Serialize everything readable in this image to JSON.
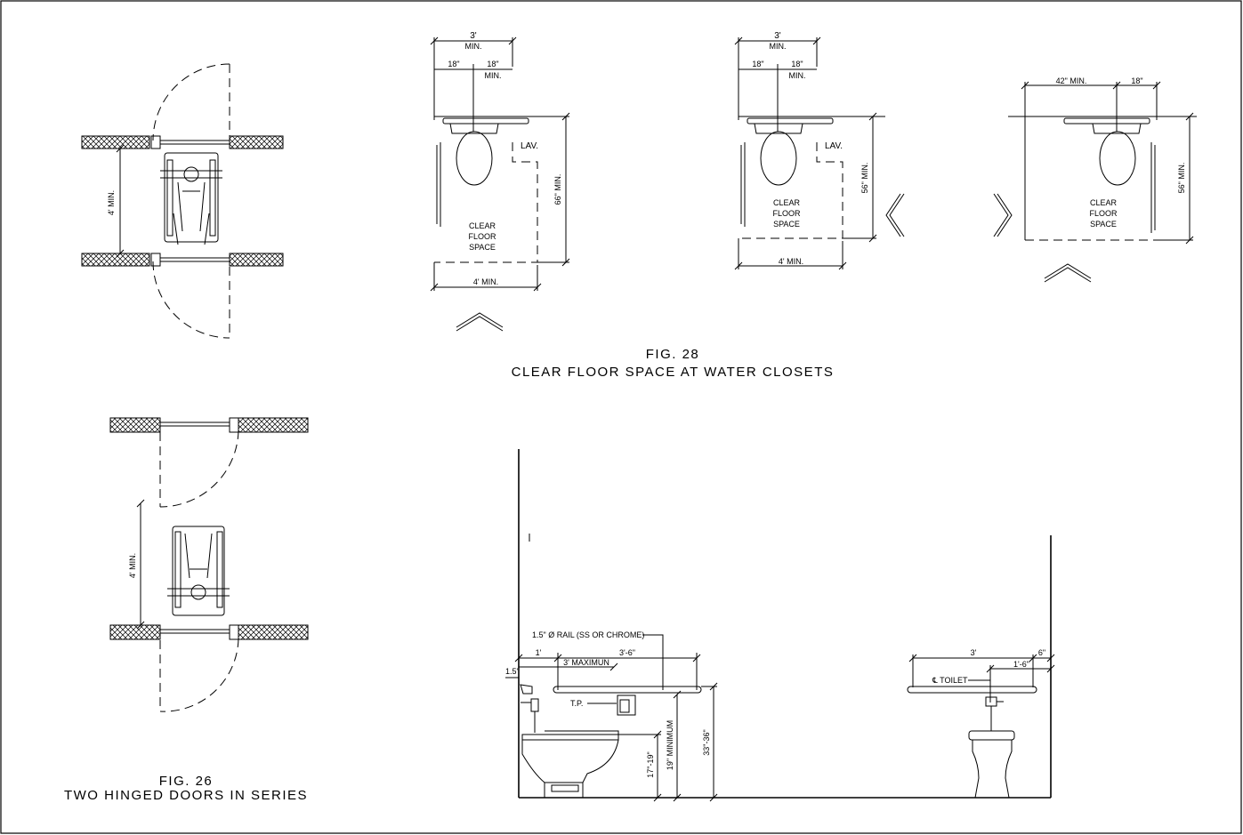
{
  "fig26": {
    "number": "FIG. 26",
    "caption": "TWO HINGED DOORS IN SERIES",
    "dim_top": "4' MIN.",
    "dim_bottom": "4' MIN."
  },
  "fig28": {
    "number": "FIG. 28",
    "caption": "CLEAR FLOOR SPACE AT WATER CLOSETS",
    "plan_a": {
      "width_top": "3'",
      "width_top_min": "MIN.",
      "left_half": "18\"",
      "right_half": "18\"",
      "right_half_min": "MIN.",
      "lav": "LAV.",
      "depth": "66\" MIN.",
      "width_bottom": "4'  MIN.",
      "clear_floor_space": [
        "CLEAR",
        "FLOOR",
        "SPACE"
      ]
    },
    "plan_b": {
      "width_top": "3'",
      "width_top_min": "MIN.",
      "left_half": "18\"",
      "right_half": "18\"",
      "right_half_min": "MIN.",
      "lav": "LAV.",
      "depth": "56\" MIN.",
      "width_bottom": "4'  MIN.",
      "clear_floor_space": [
        "CLEAR",
        "FLOOR",
        "SPACE"
      ]
    },
    "plan_c": {
      "width_left": "42\"  MIN.",
      "width_right": "18\"",
      "depth": "56\" MIN.",
      "clear_floor_space": [
        "CLEAR",
        "FLOOR",
        "SPACE"
      ]
    }
  },
  "elevation": {
    "rail_note": "1.5\" Ø RAIL (SS OR CHROME)",
    "dim_1ft": "1'",
    "dim_3_6": "3'-6\"",
    "dim_1_5": "1.5\"",
    "dim_3max": "3' MAXIMUN",
    "tp": "T.P.",
    "seat_height": "17\"-19\"",
    "rail_min": "19\" MINIMUM",
    "rail_height": "33\"-36\"",
    "dim_3ft": "3'",
    "dim_6in": "6\"",
    "dim_1_6": "1'-6\"",
    "toilet_cl": "℄ TOILET"
  }
}
